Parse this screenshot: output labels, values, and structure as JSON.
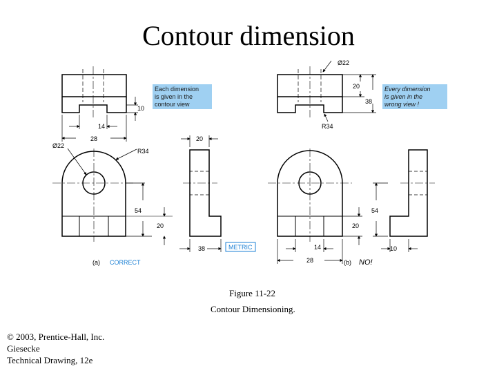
{
  "title": "Contour dimension",
  "notes": {
    "correct_line1": "Each dimension",
    "correct_line2": "is given in the",
    "correct_line3": "contour view",
    "wrong_line1": "Every dimension",
    "wrong_line2": "is given in the",
    "wrong_line3": "wrong view !"
  },
  "labels": {
    "a": "(a)",
    "correct": "CORRECT",
    "b": "(b)",
    "no": "NO!",
    "metric": "METRIC"
  },
  "dimensions": {
    "d10": "10",
    "d14": "14",
    "d28": "28",
    "dia22": "Ø22",
    "r34": "R34",
    "d20": "20",
    "d54": "54",
    "d38": "38",
    "r34b": "R34"
  },
  "caption": {
    "figure": "Figure 11-22",
    "text": "Contour Dimensioning."
  },
  "copyright": {
    "line1": "© 2003, Prentice-Hall, Inc.",
    "line2": "Giesecke",
    "line3": "Technical Drawing, 12e"
  },
  "colors": {
    "note_bg": "#9fd0f2",
    "accent": "#1a7fd4",
    "line": "#000000"
  }
}
